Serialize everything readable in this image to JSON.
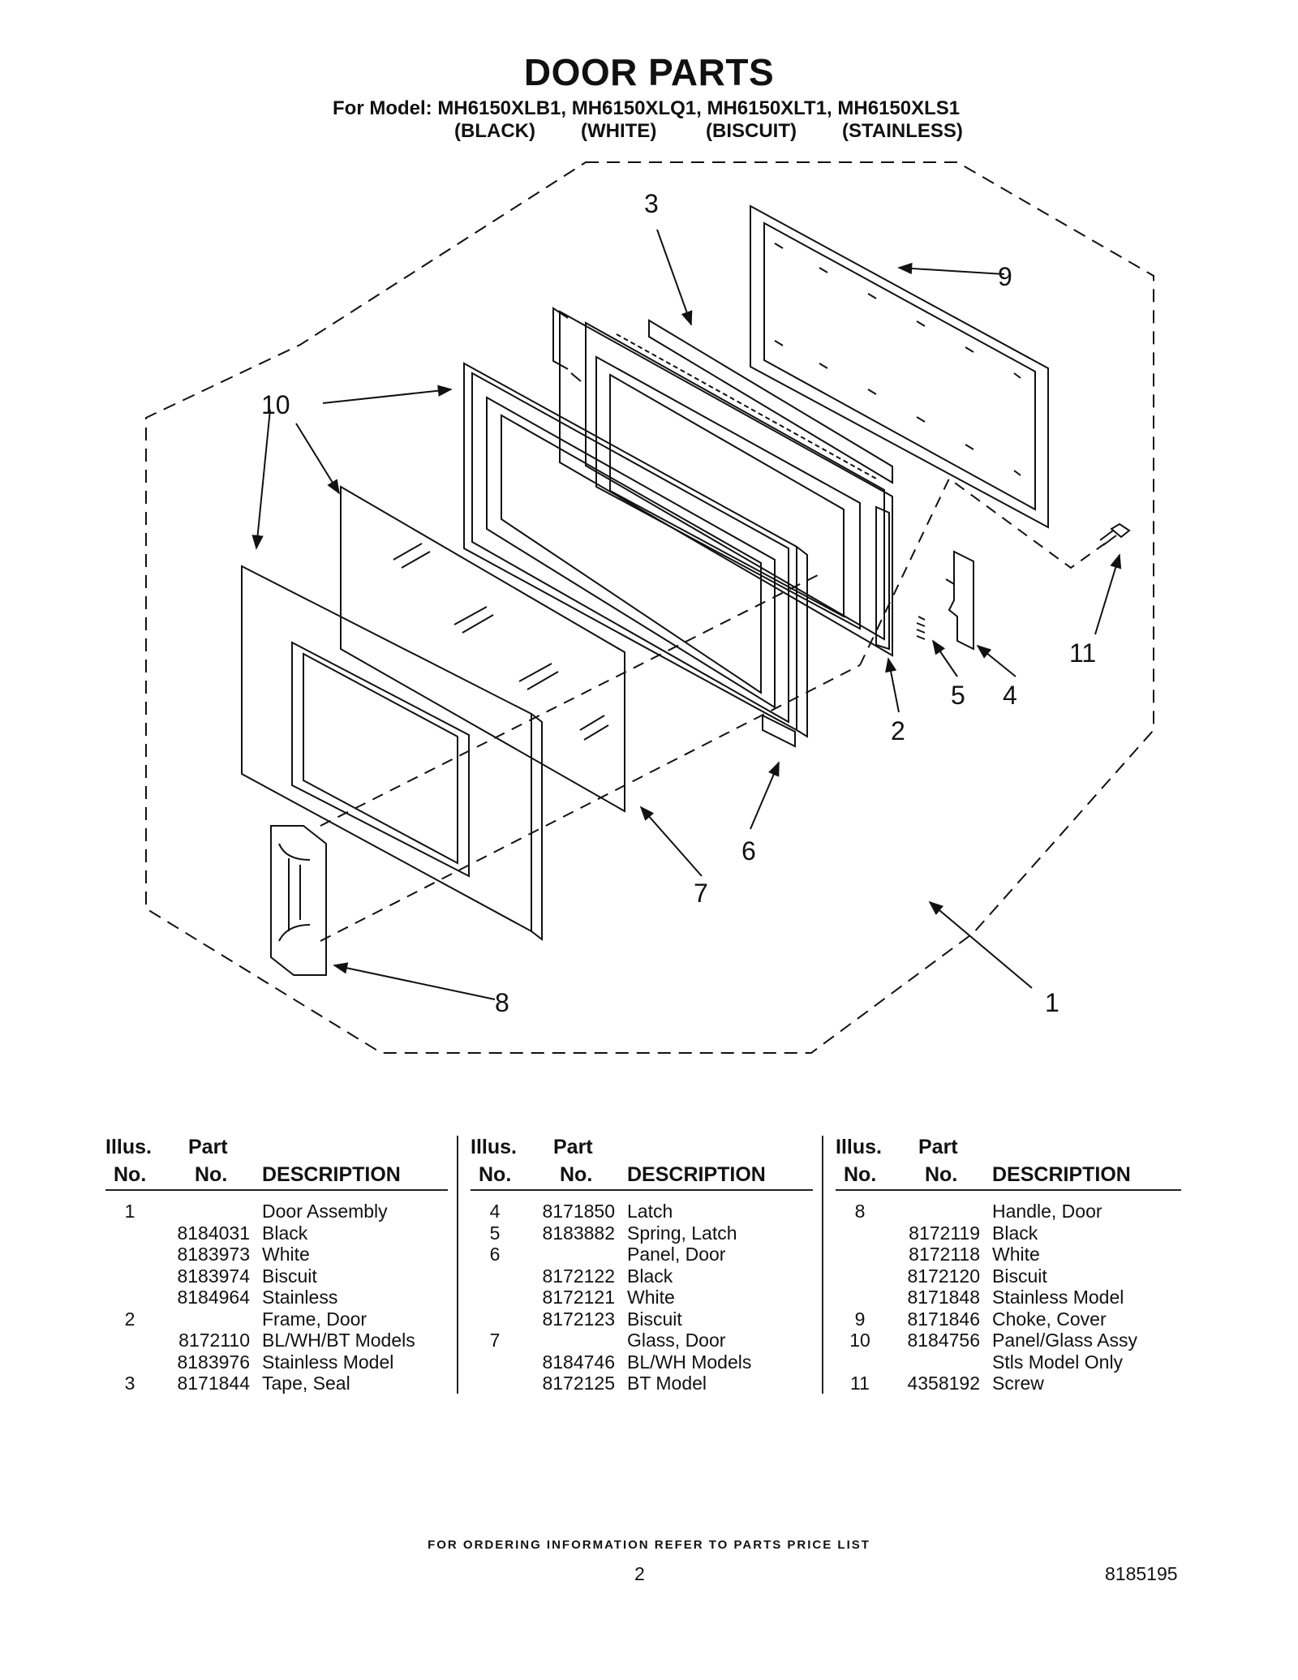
{
  "header": {
    "title": "DOOR PARTS",
    "models": "For Model: MH6150XLB1, MH6150XLQ1, MH6150XLT1, MH6150XLS1",
    "colors": [
      "(BLACK)",
      "(WHITE)",
      "(BISCUIT)",
      "(STAINLESS)"
    ]
  },
  "diagram": {
    "callouts": [
      "1",
      "2",
      "3",
      "4",
      "5",
      "6",
      "7",
      "8",
      "9",
      "10",
      "11"
    ]
  },
  "table": {
    "headers": {
      "illus_1": "Illus.",
      "illus_2": "No.",
      "part_1": "Part",
      "part_2": "No.",
      "description": "DESCRIPTION"
    },
    "columns": [
      [
        {
          "illus": "1",
          "part": "",
          "desc": "Door Assembly"
        },
        {
          "illus": "",
          "part": "8184031",
          "desc": "Black"
        },
        {
          "illus": "",
          "part": "8183973",
          "desc": "White"
        },
        {
          "illus": "",
          "part": "8183974",
          "desc": "Biscuit"
        },
        {
          "illus": "",
          "part": "8184964",
          "desc": "Stainless"
        },
        {
          "illus": "2",
          "part": "",
          "desc": "Frame, Door"
        },
        {
          "illus": "",
          "part": "8172110",
          "desc": "BL/WH/BT Models"
        },
        {
          "illus": "",
          "part": "8183976",
          "desc": "Stainless Model"
        },
        {
          "illus": "3",
          "part": "8171844",
          "desc": "Tape, Seal"
        }
      ],
      [
        {
          "illus": "4",
          "part": "8171850",
          "desc": "Latch"
        },
        {
          "illus": "5",
          "part": "8183882",
          "desc": "Spring, Latch"
        },
        {
          "illus": "6",
          "part": "",
          "desc": "Panel, Door"
        },
        {
          "illus": "",
          "part": "8172122",
          "desc": "Black"
        },
        {
          "illus": "",
          "part": "8172121",
          "desc": "White"
        },
        {
          "illus": "",
          "part": "8172123",
          "desc": "Biscuit"
        },
        {
          "illus": "7",
          "part": "",
          "desc": "Glass, Door"
        },
        {
          "illus": "",
          "part": "8184746",
          "desc": "BL/WH Models"
        },
        {
          "illus": "",
          "part": "8172125",
          "desc": "BT Model"
        }
      ],
      [
        {
          "illus": "8",
          "part": "",
          "desc": "Handle, Door"
        },
        {
          "illus": "",
          "part": "8172119",
          "desc": "Black"
        },
        {
          "illus": "",
          "part": "8172118",
          "desc": "White"
        },
        {
          "illus": "",
          "part": "8172120",
          "desc": "Biscuit"
        },
        {
          "illus": "",
          "part": "8171848",
          "desc": "Stainless Model"
        },
        {
          "illus": "9",
          "part": "8171846",
          "desc": "Choke, Cover"
        },
        {
          "illus": "10",
          "part": "8184756",
          "desc": "Panel/Glass Assy"
        },
        {
          "illus": "",
          "part": "",
          "desc": "Stls Model Only"
        },
        {
          "illus": "11",
          "part": "4358192",
          "desc": "Screw"
        }
      ]
    ]
  },
  "footer": {
    "ordering": "FOR ORDERING INFORMATION REFER TO PARTS PRICE LIST",
    "page": "2",
    "doc_number": "8185195"
  }
}
